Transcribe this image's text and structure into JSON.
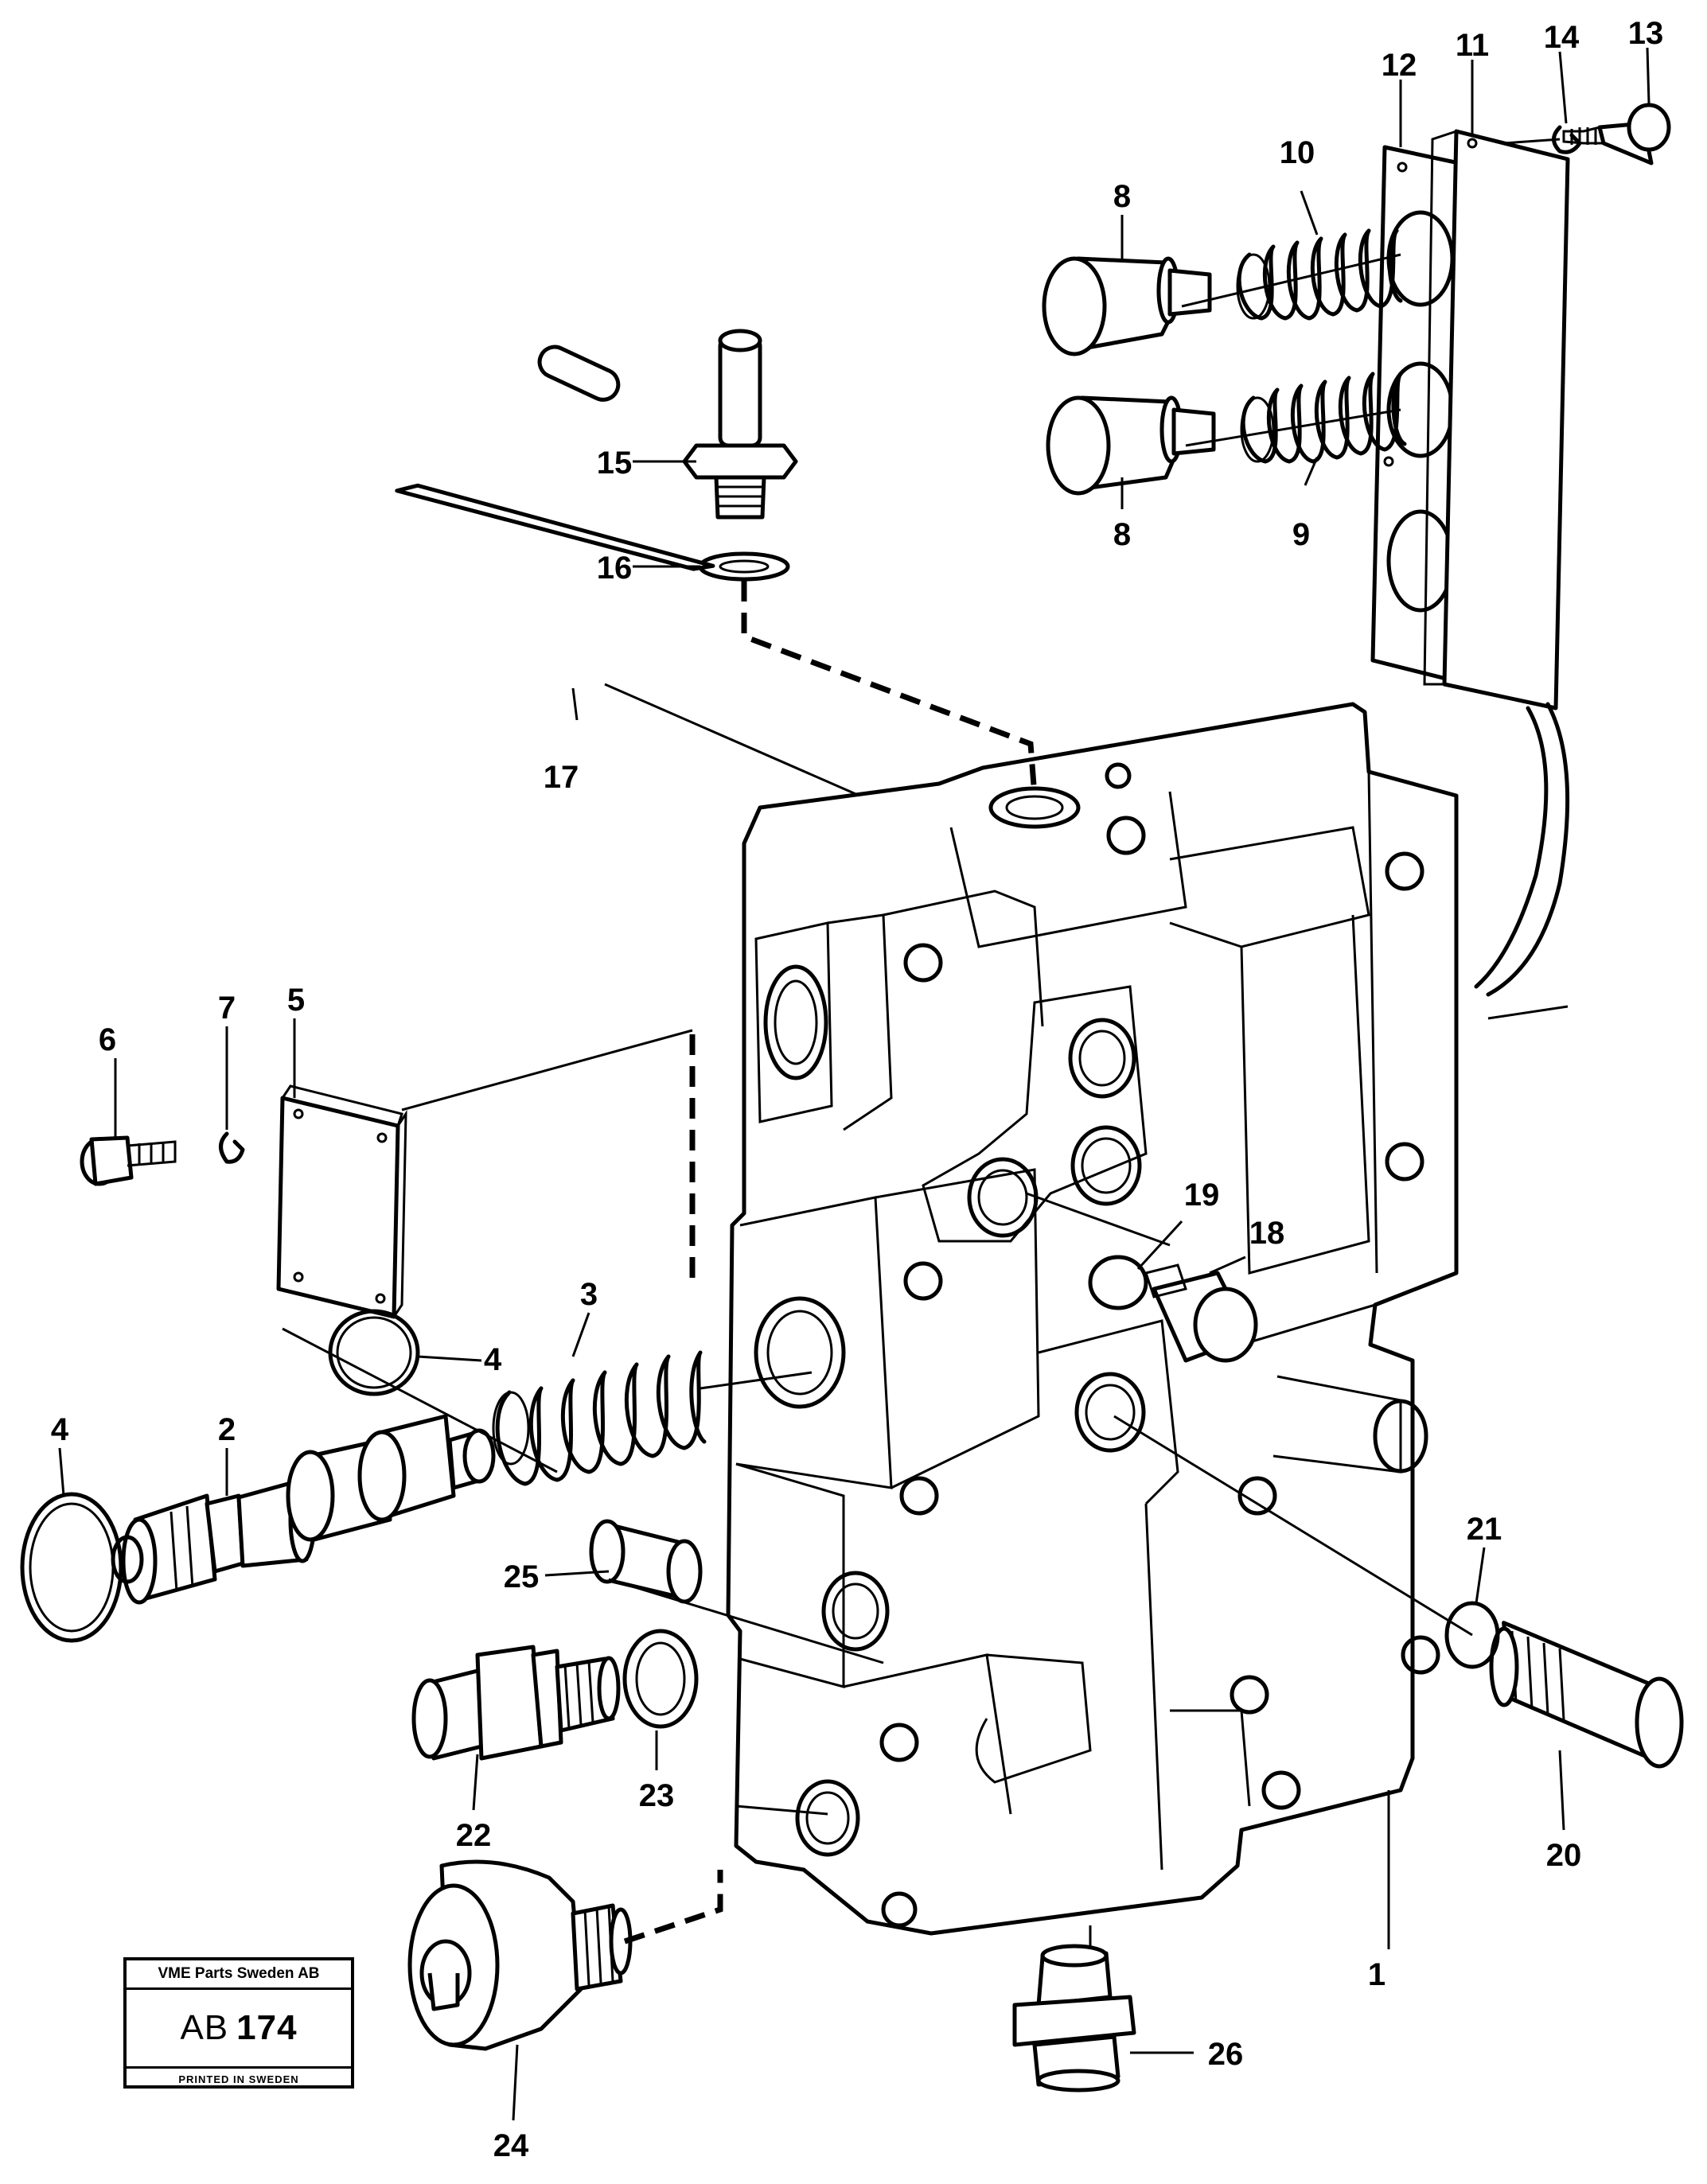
{
  "callouts": [
    {
      "id": "1",
      "label": "1"
    },
    {
      "id": "2",
      "label": "2"
    },
    {
      "id": "3",
      "label": "3"
    },
    {
      "id": "4a",
      "label": "4"
    },
    {
      "id": "4b",
      "label": "4"
    },
    {
      "id": "5",
      "label": "5"
    },
    {
      "id": "6",
      "label": "6"
    },
    {
      "id": "7",
      "label": "7"
    },
    {
      "id": "8a",
      "label": "8"
    },
    {
      "id": "8b",
      "label": "8"
    },
    {
      "id": "9",
      "label": "9"
    },
    {
      "id": "10",
      "label": "10"
    },
    {
      "id": "11",
      "label": "11"
    },
    {
      "id": "12",
      "label": "12"
    },
    {
      "id": "13",
      "label": "13"
    },
    {
      "id": "14",
      "label": "14"
    },
    {
      "id": "15",
      "label": "15"
    },
    {
      "id": "16",
      "label": "16"
    },
    {
      "id": "17",
      "label": "17"
    },
    {
      "id": "18",
      "label": "18"
    },
    {
      "id": "19",
      "label": "19"
    },
    {
      "id": "20",
      "label": "20"
    },
    {
      "id": "21",
      "label": "21"
    },
    {
      "id": "22",
      "label": "22"
    },
    {
      "id": "23",
      "label": "23"
    },
    {
      "id": "24",
      "label": "24"
    },
    {
      "id": "25",
      "label": "25"
    },
    {
      "id": "26",
      "label": "26"
    }
  ],
  "title_block": {
    "company": "VME Parts Sweden AB",
    "ref_prefix": "AB",
    "ref_number": "174",
    "printed": "PRINTED IN SWEDEN"
  }
}
